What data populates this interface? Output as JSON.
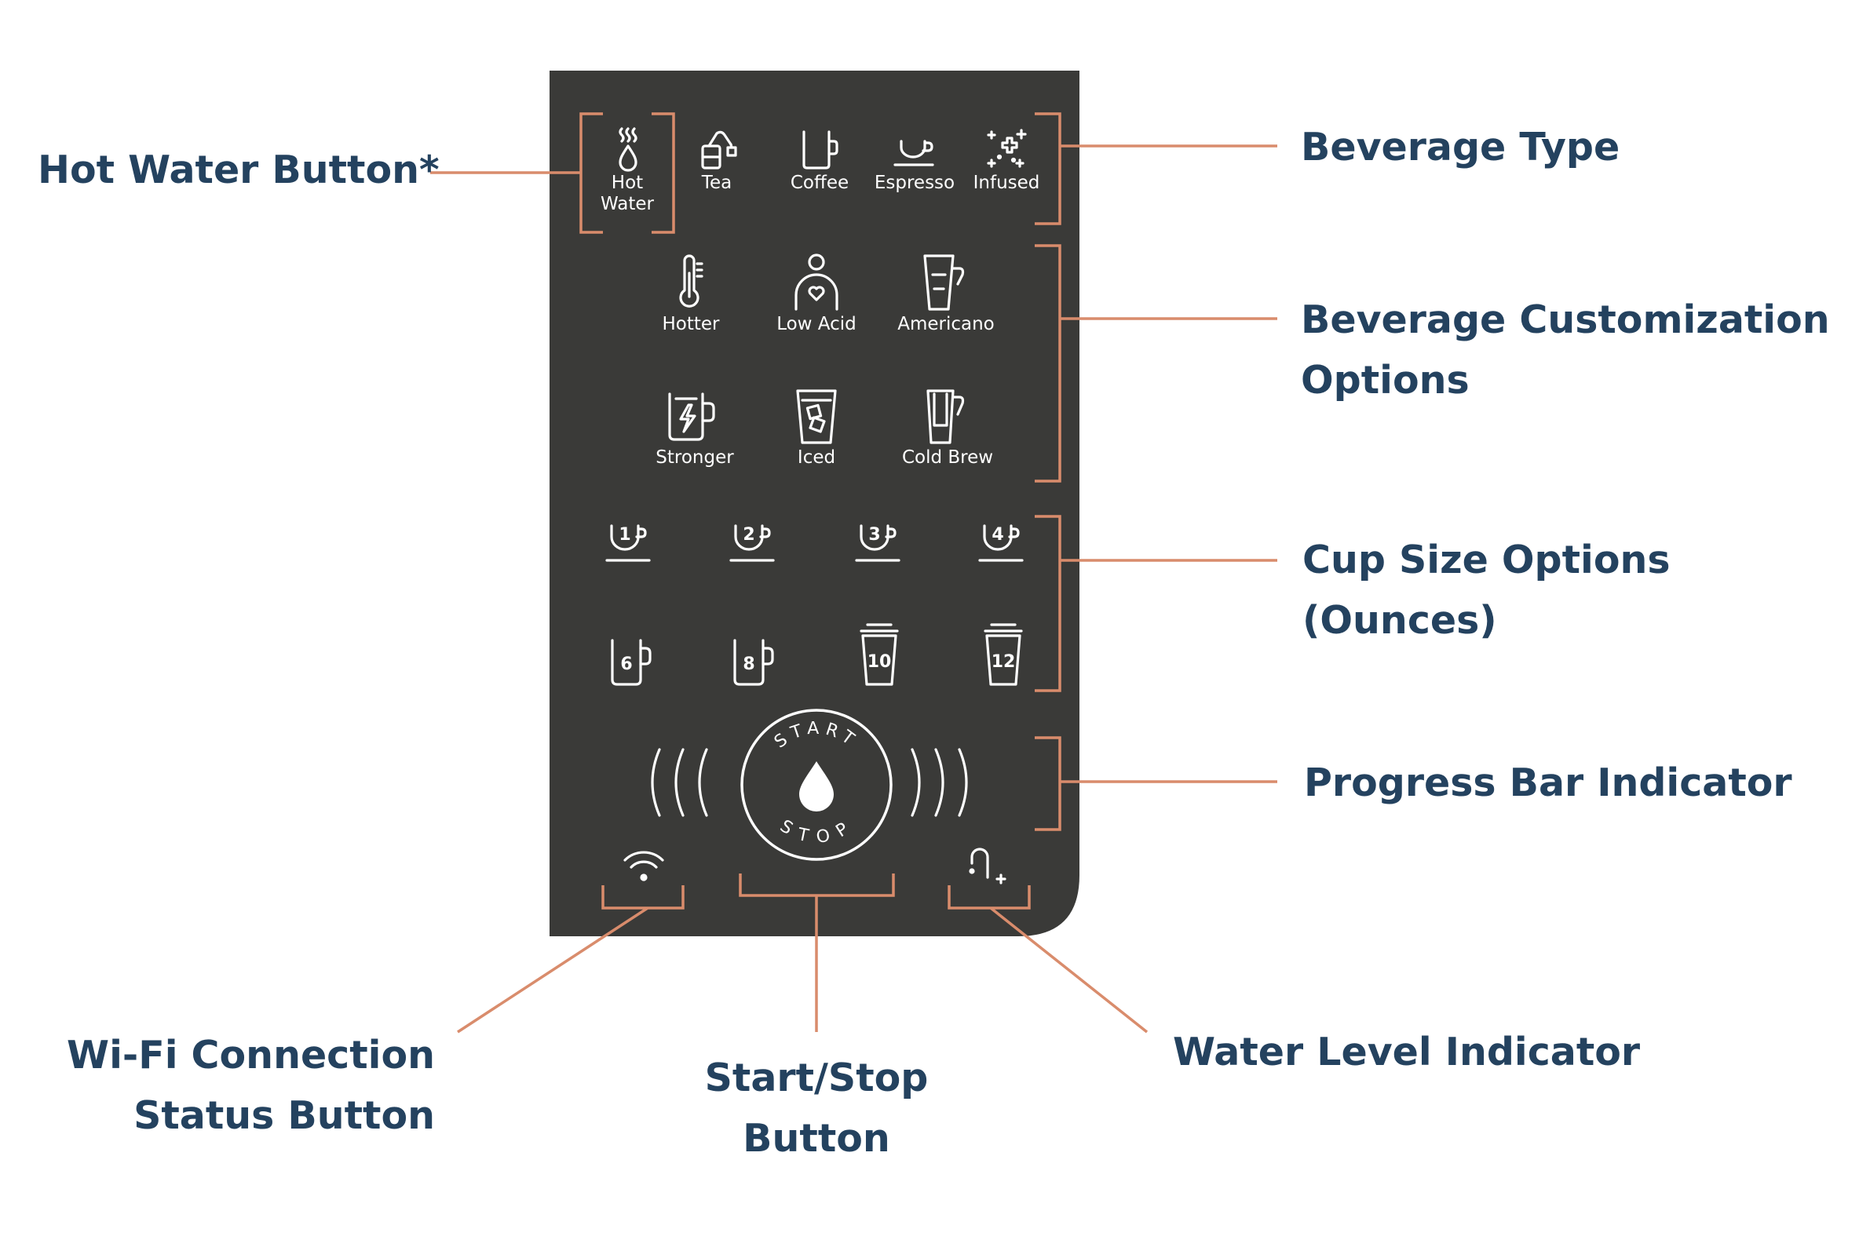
{
  "colors": {
    "panel": "#3a3a38",
    "accent": "#d98c6c",
    "text": "#24425f",
    "icon": "#ffffff"
  },
  "beverage_types": [
    {
      "label_lines": [
        "Hot",
        "Water"
      ],
      "icon": "hot-water-icon"
    },
    {
      "label_lines": [
        "Tea"
      ],
      "icon": "tea-bag-icon"
    },
    {
      "label_lines": [
        "Coffee"
      ],
      "icon": "coffee-mug-icon"
    },
    {
      "label_lines": [
        "Espresso"
      ],
      "icon": "espresso-cup-icon"
    },
    {
      "label_lines": [
        "Infused"
      ],
      "icon": "infused-sparkle-icon"
    }
  ],
  "customizations": [
    {
      "label": "Hotter",
      "icon": "thermometer-icon"
    },
    {
      "label": "Low Acid",
      "icon": "person-heart-icon"
    },
    {
      "label": "Americano",
      "icon": "americano-glass-icon"
    },
    {
      "label": "Stronger",
      "icon": "lightning-mug-icon"
    },
    {
      "label": "Iced",
      "icon": "iced-glass-icon"
    },
    {
      "label": "Cold Brew",
      "icon": "cold-brew-pitcher-icon"
    }
  ],
  "cup_sizes": [
    "1",
    "2",
    "3",
    "4",
    "6",
    "8",
    "10",
    "12"
  ],
  "start_stop": {
    "top_text": "START",
    "bottom_text": "STOP",
    "icon": "water-drop-icon"
  },
  "status_icons": {
    "wifi": "wifi-icon",
    "water_level": "water-faucet-plus-icon"
  },
  "callouts": {
    "hot_water": [
      "Hot Water Button*"
    ],
    "beverage_type": [
      "Beverage Type"
    ],
    "customization": [
      "Beverage Customization",
      "Options"
    ],
    "cup_size": [
      "Cup Size Options",
      "(Ounces)"
    ],
    "progress": [
      "Progress Bar Indicator"
    ],
    "wifi": [
      "Wi-Fi Connection",
      "Status Button"
    ],
    "start_stop": [
      "Start/Stop",
      "Button"
    ],
    "water_level": [
      "Water Level Indicator"
    ]
  }
}
